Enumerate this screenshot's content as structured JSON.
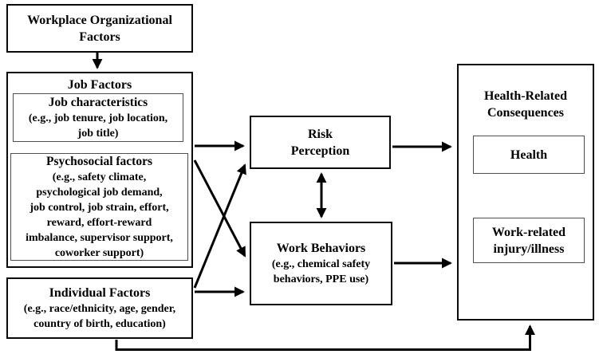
{
  "diagram": {
    "workplace": {
      "title": "Workplace Organizational\nFactors"
    },
    "job": {
      "title": "Job Factors",
      "characteristics": {
        "title": "Job characteristics",
        "detail": "(e.g., job tenure, job location,\njob title)"
      },
      "psychosocial": {
        "title": "Psychosocial factors",
        "detail": "(e.g., safety climate,\npsychological job demand,\njob control, job strain, effort,\nreward, effort-reward\nimbalance, supervisor support,\ncoworker support)"
      }
    },
    "individual": {
      "title": "Individual Factors",
      "detail": "(e.g., race/ethnicity, age, gender,\ncountry of birth, education)"
    },
    "risk_perception": {
      "title": "Risk\nPerception"
    },
    "work_behaviors": {
      "title": "Work Behaviors",
      "detail": "(e.g., chemical safety\nbehaviors, PPE use)"
    },
    "health_consequences": {
      "title": "Health-Related\nConsequences",
      "health": {
        "title": "Health"
      },
      "injury": {
        "title": "Work-related\ninjury/illness"
      }
    },
    "colors": {
      "line": "#000000",
      "box_border": "#0a0a0a",
      "inner_border": "#4f4f4f",
      "background": "#ffffff",
      "text": "#000000"
    }
  }
}
